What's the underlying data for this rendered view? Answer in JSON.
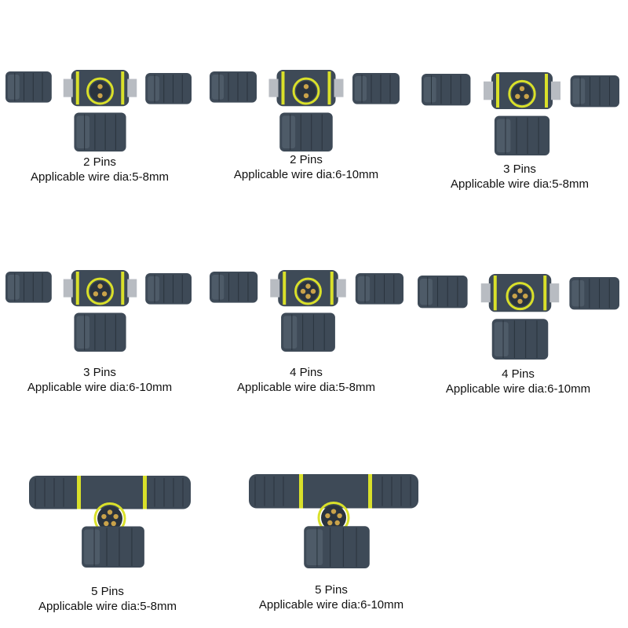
{
  "colors": {
    "housing": "#3e4a57",
    "housing_dark": "#2a333d",
    "housing_light": "#5d6b7a",
    "seal": "#d9e02a",
    "pin": "#c9a24a",
    "screw": "#b8bcc2"
  },
  "items": [
    {
      "pins_label": "2 Pins",
      "wire_label": "Applicable wire dia:5-8mm",
      "pin_count": 2,
      "assembled": false
    },
    {
      "pins_label": "2 Pins",
      "wire_label": "Applicable wire dia:6-10mm",
      "pin_count": 2,
      "assembled": false
    },
    {
      "pins_label": "3 Pins",
      "wire_label": "Applicable wire dia:5-8mm",
      "pin_count": 3,
      "assembled": false
    },
    {
      "pins_label": "3 Pins",
      "wire_label": "Applicable wire dia:6-10mm",
      "pin_count": 3,
      "assembled": false
    },
    {
      "pins_label": "4 Pins",
      "wire_label": "Applicable wire dia:5-8mm",
      "pin_count": 4,
      "assembled": false
    },
    {
      "pins_label": "4 Pins",
      "wire_label": "Applicable wire dia:6-10mm",
      "pin_count": 4,
      "assembled": false
    },
    {
      "pins_label": "5 Pins",
      "wire_label": "Applicable wire dia:5-8mm",
      "pin_count": 5,
      "assembled": true
    },
    {
      "pins_label": "5 Pins",
      "wire_label": "Applicable wire dia:6-10mm",
      "pin_count": 5,
      "assembled": true
    }
  ]
}
